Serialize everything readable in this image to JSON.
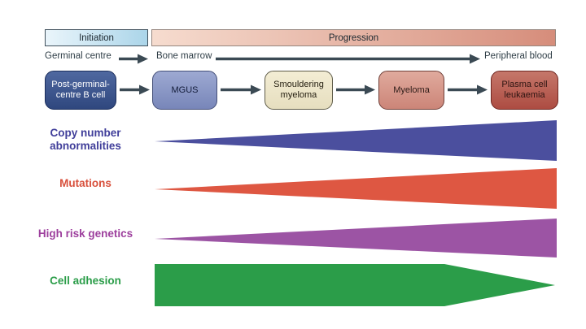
{
  "phases": {
    "initiation": "Initiation",
    "progression": "Progression"
  },
  "locations": {
    "germinal_centre": "Germinal centre",
    "bone_marrow": "Bone marrow",
    "peripheral_blood": "Peripheral blood"
  },
  "stages": [
    {
      "label": "Post-germinal-\ncentre B cell",
      "color": "#3d558f"
    },
    {
      "label": "MGUS",
      "color": "#8b97c6"
    },
    {
      "label": "Smouldering\nmyeloma",
      "color": "#ece5c9"
    },
    {
      "label": "Myeloma",
      "color": "#d6958a"
    },
    {
      "label": "Plasma cell\nleukaemia",
      "color": "#b85a4e"
    }
  ],
  "tracks": [
    {
      "label": "Copy number\nabnormalities",
      "color": "#4b4f9e",
      "label_color": "#403e9a",
      "trend": "increasing"
    },
    {
      "label": "Mutations",
      "color": "#de5742",
      "label_color": "#d8503c",
      "trend": "increasing"
    },
    {
      "label": "High risk genetics",
      "color": "#9c54a4",
      "label_color": "#9d3f9d",
      "trend": "increasing"
    },
    {
      "label": "Cell adhesion",
      "color": "#2b9d49",
      "label_color": "#2b9d49",
      "trend": "constant-then-tapering"
    }
  ],
  "colors": {
    "arrow": "#3b4a54",
    "initiation_bar_left": "#eaf5fb",
    "initiation_bar_right": "#abd5e9",
    "progression_bar_left": "#f6dccf",
    "progression_bar_right": "#d68d7b"
  }
}
